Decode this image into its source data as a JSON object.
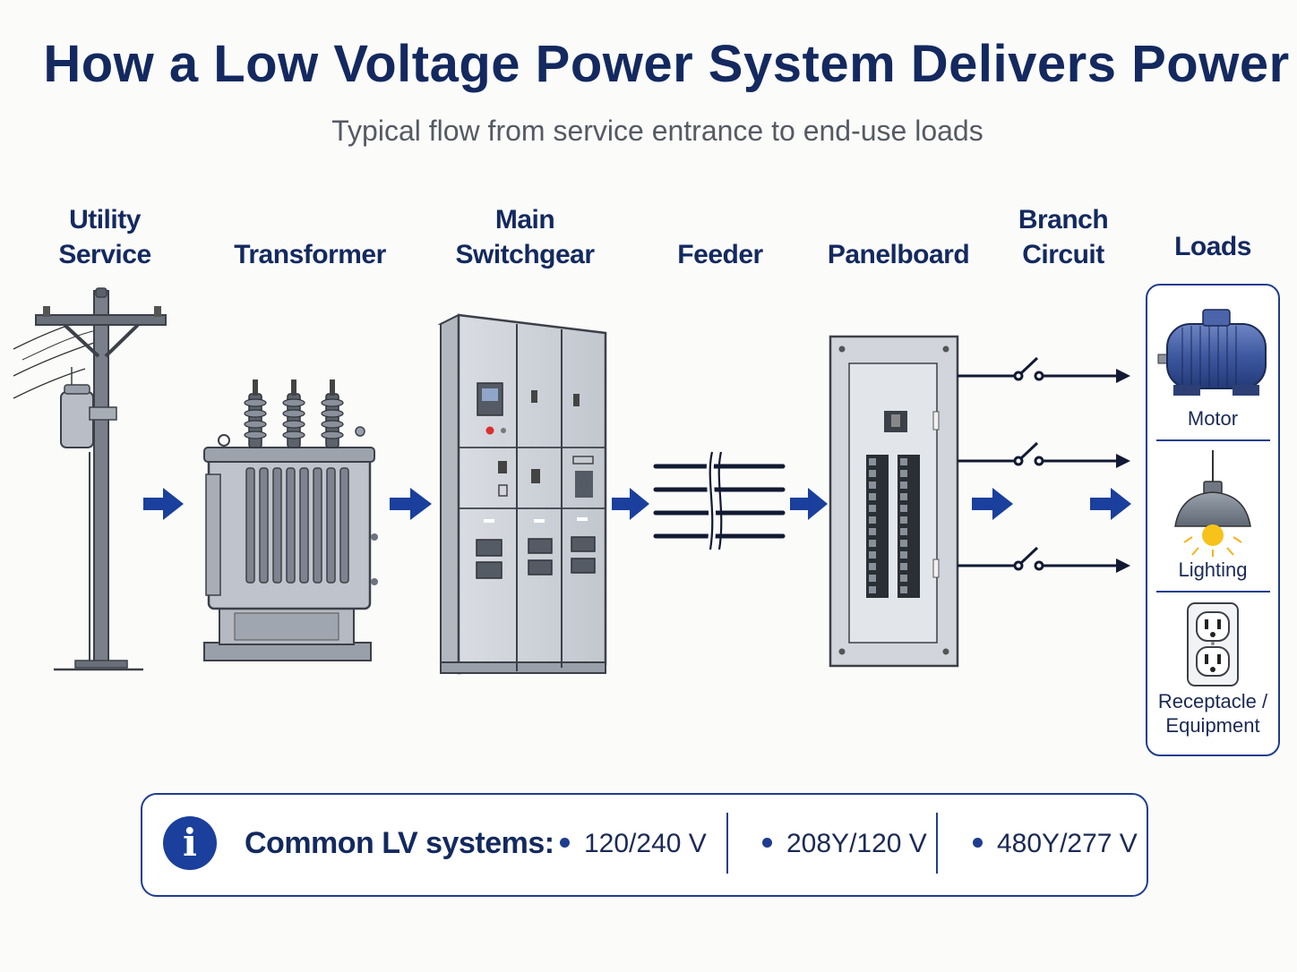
{
  "title": "How a Low Voltage Power System Delivers Power",
  "subtitle": "Typical flow from service entrance to end-use loads",
  "stages": [
    {
      "lines": [
        "Utility",
        "Service"
      ],
      "icon": "utility-pole-icon"
    },
    {
      "lines": [
        "Transformer"
      ],
      "icon": "transformer-icon"
    },
    {
      "lines": [
        "Main",
        "Switchgear"
      ],
      "icon": "switchgear-icon"
    },
    {
      "lines": [
        "Feeder"
      ],
      "icon": "feeder-cables-icon"
    },
    {
      "lines": [
        "Panelboard"
      ],
      "icon": "panelboard-icon"
    },
    {
      "lines": [
        "Branch",
        "Circuit"
      ],
      "icon": "branch-circuit-switch-icon"
    }
  ],
  "loads": {
    "title": "Loads",
    "items": [
      {
        "label": "Motor",
        "icon": "motor-icon"
      },
      {
        "label": "Lighting",
        "icon": "lamp-icon"
      },
      {
        "label": "Receptacle / Equipment",
        "icon": "receptacle-icon"
      }
    ]
  },
  "info": {
    "icon": "info-icon",
    "title": "Common LV systems:",
    "systems": [
      "120/240 V",
      "208Y/120 V",
      "480Y/277 V"
    ]
  },
  "colors": {
    "title": "#13295f",
    "arrow": "#1a3f9c",
    "border": "#1f3d8f",
    "equipment": "#cfd3da"
  }
}
